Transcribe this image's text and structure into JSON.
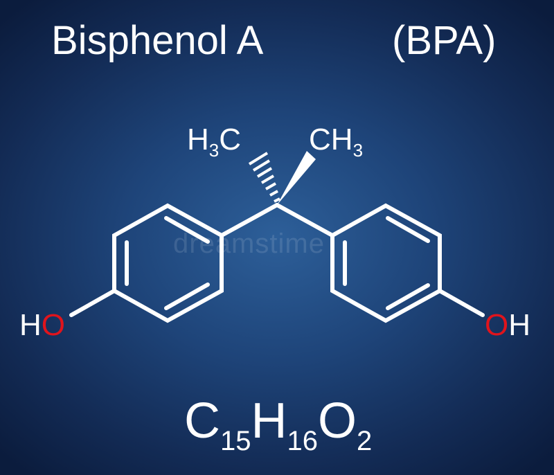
{
  "title": "Bisphenol A",
  "abbreviation": "(BPA)",
  "labels": {
    "methyl_left": {
      "main": "H",
      "sub": "3",
      "tail": "C"
    },
    "methyl_right": {
      "main": "CH",
      "sub": "3"
    },
    "hydroxyl_left": {
      "h": "H",
      "o": "O"
    },
    "hydroxyl_right": {
      "o": "O",
      "h": "H"
    }
  },
  "formula": {
    "c": "C",
    "c_count": "15",
    "h": "H",
    "h_count": "16",
    "o": "O",
    "o_count": "2"
  },
  "watermark": "dreamstime",
  "colors": {
    "background": "#1e4479",
    "bond": "#ffffff",
    "oxygen": "#e0141c"
  }
}
